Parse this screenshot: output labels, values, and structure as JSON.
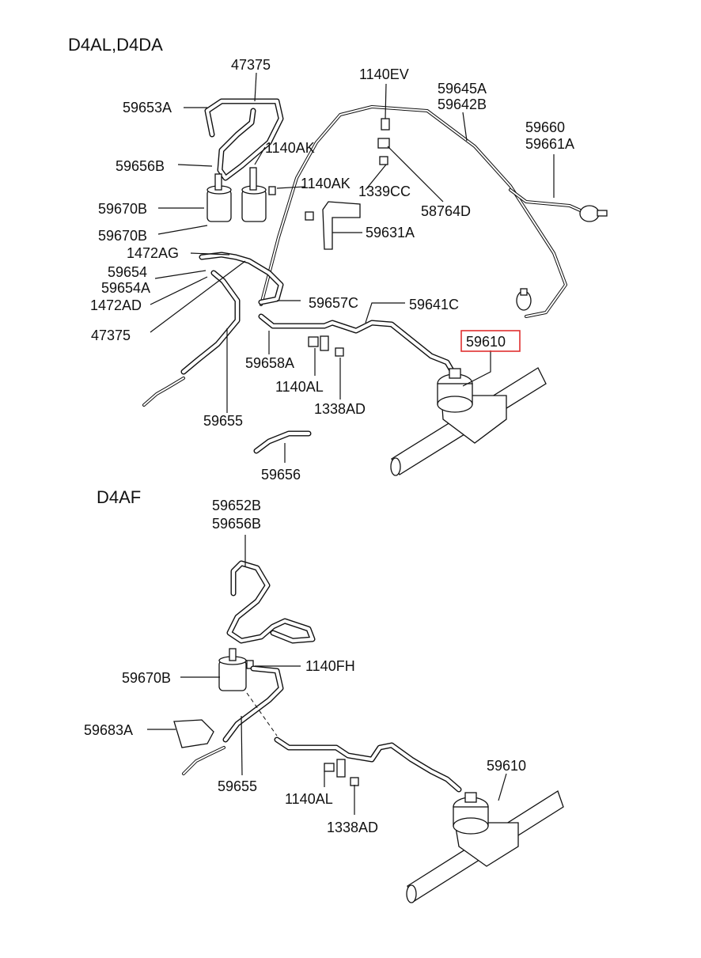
{
  "sections": [
    {
      "id": "top",
      "title": "D4AL,D4DA"
    },
    {
      "id": "bottom",
      "title": "D4AF"
    }
  ],
  "labels": {
    "l_47375_top": "47375",
    "l_59653A": "59653A",
    "l_59656B_top": "59656B",
    "l_1140AK_a": "1140AK",
    "l_1140AK_b": "1140AK",
    "l_59670B_a": "59670B",
    "l_59670B_b": "59670B",
    "l_1472AG": "1472AG",
    "l_59654": "59654",
    "l_59654A": "59654A",
    "l_1472AD": "1472AD",
    "l_47375_low": "47375",
    "l_1140EV": "1140EV",
    "l_59645A": "59645A",
    "l_59642B": "59642B",
    "l_59660": "59660",
    "l_59661A": "59661A",
    "l_1339CC": "1339CC",
    "l_58764D": "58764D",
    "l_59631A": "59631A",
    "l_59657C": "59657C",
    "l_59641C": "59641C",
    "l_59610_top": "59610",
    "l_59658A": "59658A",
    "l_1140AL_top": "1140AL",
    "l_1338AD_top": "1338AD",
    "l_59655_top": "59655",
    "l_59656": "59656",
    "l_59652B": "59652B",
    "l_59656B_bot": "59656B",
    "l_59670B_bot": "59670B",
    "l_1140FH": "1140FH",
    "l_59683A": "59683A",
    "l_59655_bot": "59655",
    "l_59610_bot": "59610",
    "l_1140AL_bot": "1140AL",
    "l_1338AD_bot": "1338AD"
  },
  "highlighted_part": "59610",
  "colors": {
    "line": "#111111",
    "highlight": "#e03030",
    "background": "#ffffff"
  }
}
